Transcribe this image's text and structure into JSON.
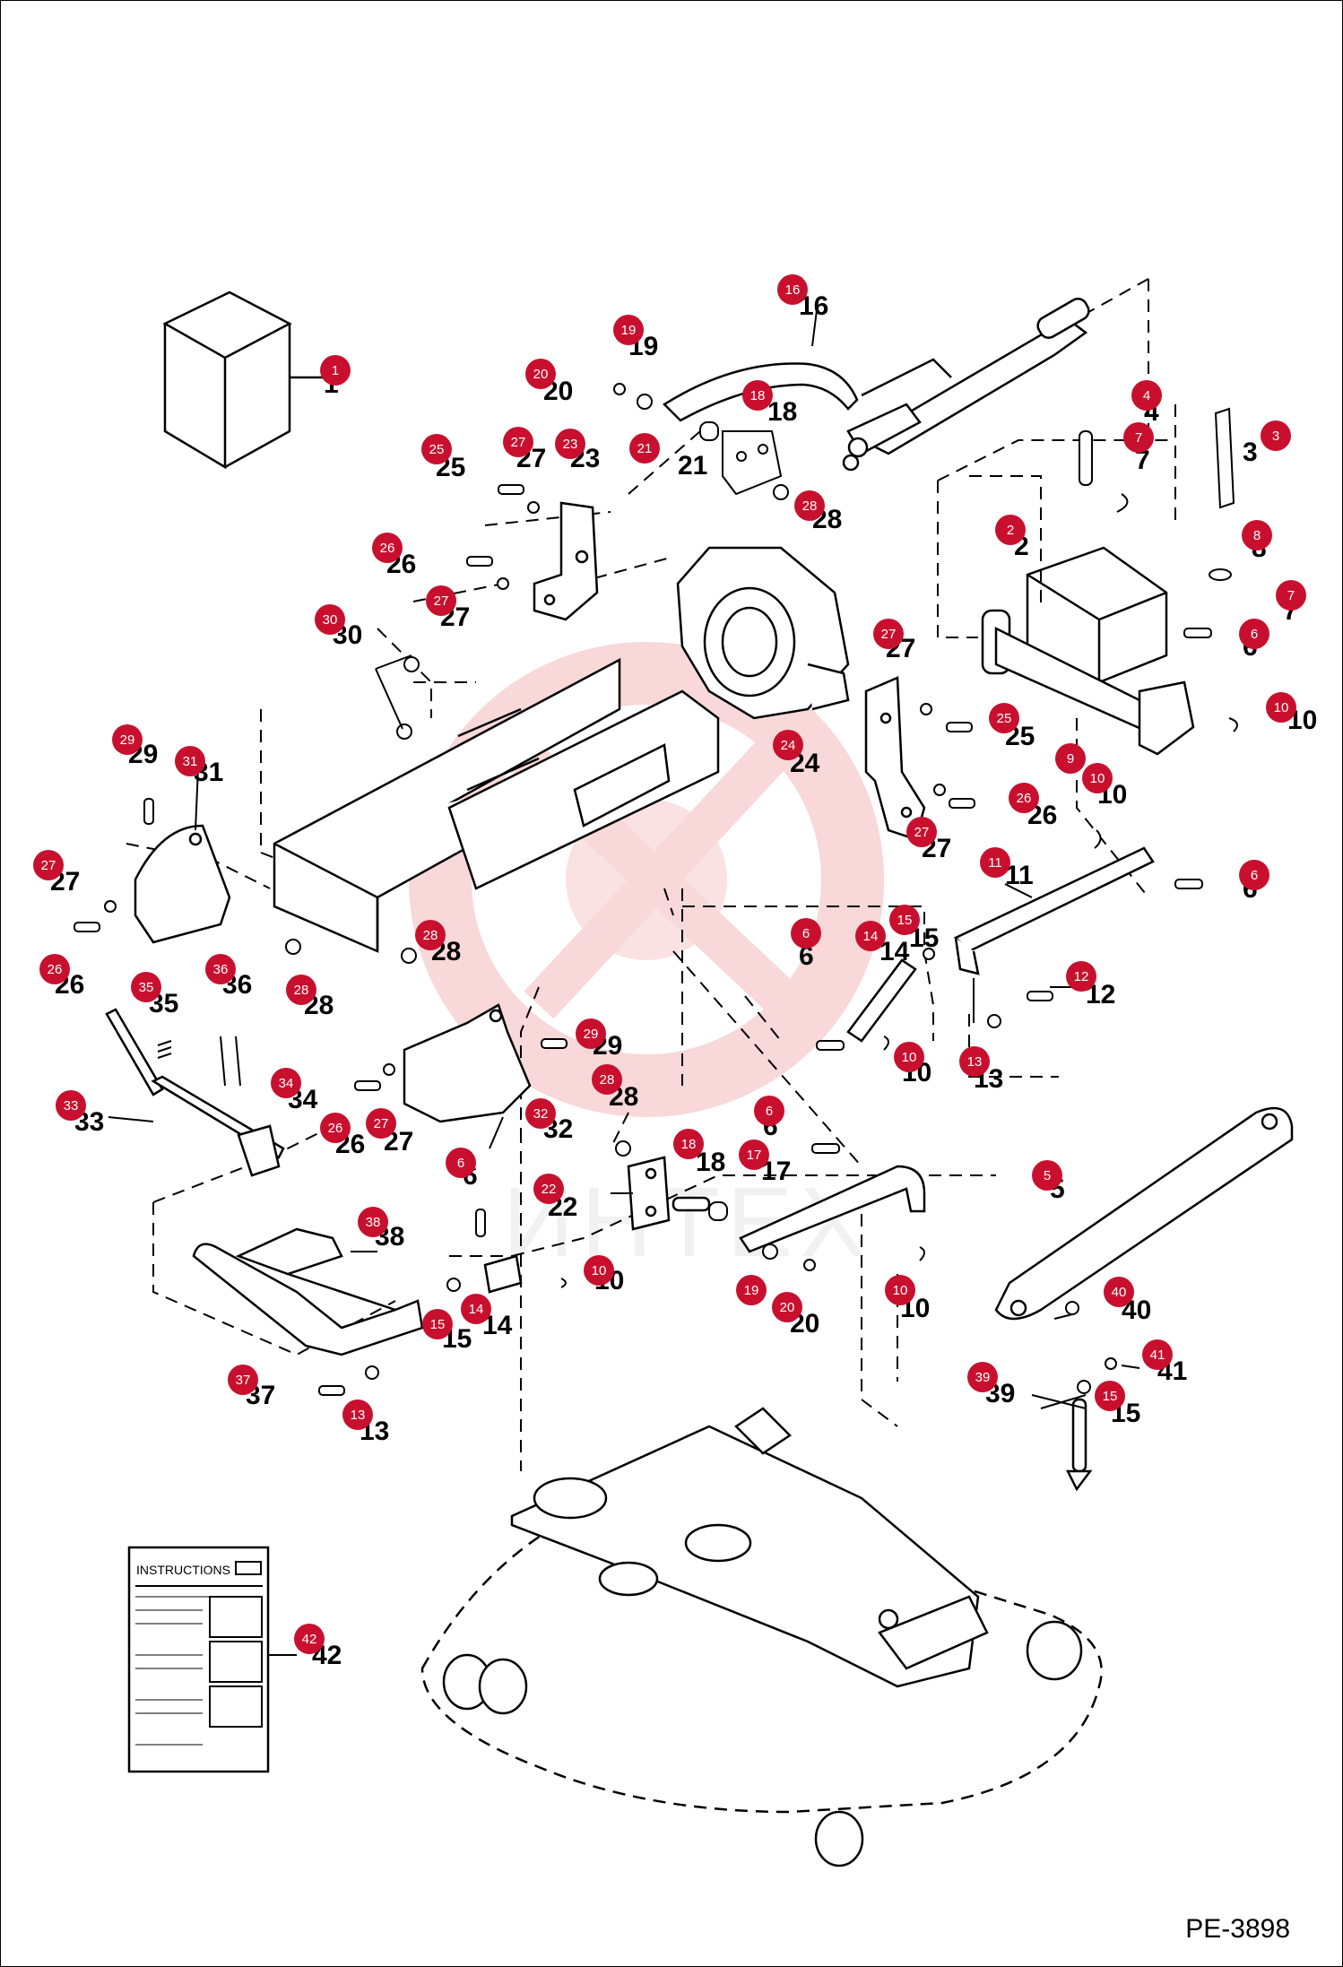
{
  "diagram": {
    "code_label": "PE-3898",
    "instruction_card_title": "INSTRUCTIONS",
    "watermark_text": "ИНТЕХ",
    "colors": {
      "callout": "#c8102e",
      "line": "#000000",
      "watermark": "#f6c3c3"
    }
  },
  "callouts": [
    {
      "id": "1",
      "label": "1"
    },
    {
      "id": "2",
      "label": "2"
    },
    {
      "id": "3",
      "label": "3"
    },
    {
      "id": "4",
      "label": "4"
    },
    {
      "id": "5",
      "label": "5"
    },
    {
      "id": "6",
      "label": "6"
    },
    {
      "id": "7",
      "label": "7"
    },
    {
      "id": "8",
      "label": "8"
    },
    {
      "id": "9",
      "label": "9"
    },
    {
      "id": "10",
      "label": "10"
    },
    {
      "id": "11",
      "label": "11"
    },
    {
      "id": "12",
      "label": "12"
    },
    {
      "id": "13",
      "label": "13"
    },
    {
      "id": "14",
      "label": "14"
    },
    {
      "id": "15",
      "label": "15"
    },
    {
      "id": "16",
      "label": "16"
    },
    {
      "id": "17",
      "label": "17"
    },
    {
      "id": "18",
      "label": "18"
    },
    {
      "id": "19",
      "label": "19"
    },
    {
      "id": "20",
      "label": "20"
    },
    {
      "id": "21",
      "label": "21"
    },
    {
      "id": "22",
      "label": "22"
    },
    {
      "id": "23",
      "label": "23"
    },
    {
      "id": "24",
      "label": "24"
    },
    {
      "id": "25",
      "label": "25"
    },
    {
      "id": "26",
      "label": "26"
    },
    {
      "id": "27",
      "label": "27"
    },
    {
      "id": "28",
      "label": "28"
    },
    {
      "id": "29",
      "label": "29"
    },
    {
      "id": "30",
      "label": "30"
    },
    {
      "id": "31",
      "label": "31"
    },
    {
      "id": "32",
      "label": "32"
    },
    {
      "id": "33",
      "label": "33"
    },
    {
      "id": "34",
      "label": "34"
    },
    {
      "id": "35",
      "label": "35"
    },
    {
      "id": "36",
      "label": "36"
    },
    {
      "id": "37",
      "label": "37"
    },
    {
      "id": "38",
      "label": "38"
    },
    {
      "id": "39",
      "label": "39"
    },
    {
      "id": "40",
      "label": "40"
    },
    {
      "id": "41",
      "label": "41"
    },
    {
      "id": "42",
      "label": "42"
    }
  ]
}
